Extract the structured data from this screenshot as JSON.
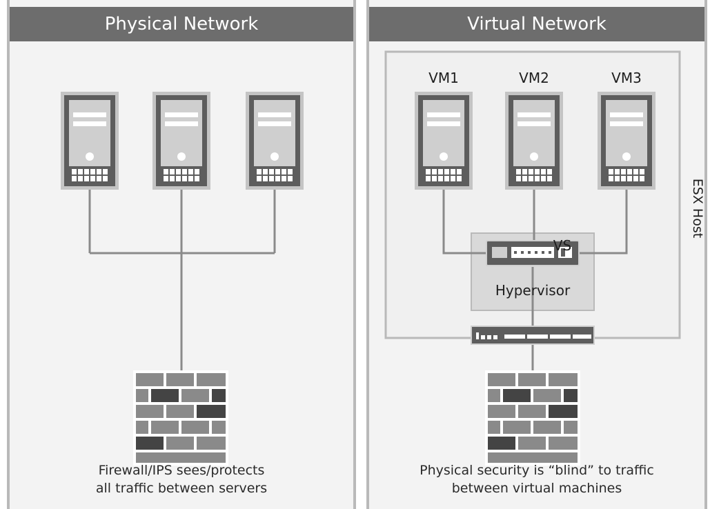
{
  "physical": {
    "title": "Physical Network",
    "caption_line1": "Firewall/IPS sees/protects",
    "caption_line2": "all traffic between servers"
  },
  "virtual": {
    "title": "Virtual Network",
    "vm_labels": [
      "VM1",
      "VM2",
      "VM3"
    ],
    "vs_label": "VS",
    "hypervisor_label": "Hypervisor",
    "host_label": "ESX Host",
    "caption_line1": "Physical security is “blind” to  traffic",
    "caption_line2": "between virtual machines"
  },
  "colors": {
    "header": "#6d6d6d",
    "panel_bg": "#f3f3f3",
    "line": "#8a8a8a",
    "server_body": "#5d5d5d",
    "server_face": "#cfcfcf",
    "brick_light": "#8a8a8a",
    "brick_dark": "#444444"
  }
}
